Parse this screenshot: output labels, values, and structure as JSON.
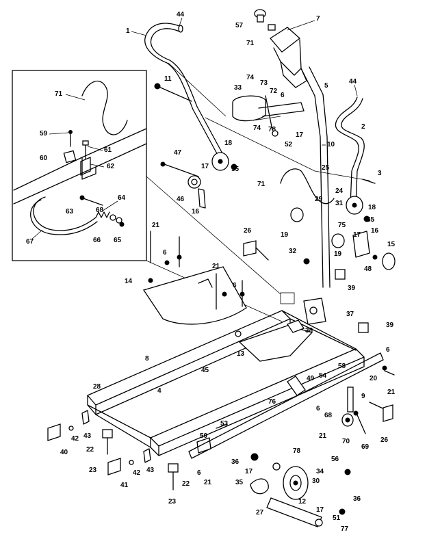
{
  "callouts": {
    "c1": "1",
    "c44a": "44",
    "c57": "57",
    "c7": "7",
    "c71a": "71",
    "c71b": "71",
    "c71c": "71",
    "c11": "11",
    "c74a": "74",
    "c73": "73",
    "c33": "33",
    "c72": "72",
    "c6a": "6",
    "c5": "5",
    "c44b": "44",
    "c74b": "74",
    "c78": "78",
    "c17a": "17",
    "c52": "52",
    "c59": "59",
    "c61": "61",
    "c60": "60",
    "c62": "62",
    "c63": "63",
    "c64": "64",
    "c66": "66",
    "c67": "67",
    "c65": "65",
    "c68": "68",
    "c18a": "18",
    "c47": "47",
    "c55a": "55",
    "c17b": "17",
    "c46": "46",
    "c16a": "16",
    "c10": "10",
    "c2": "2",
    "c25": "25",
    "c3": "3",
    "c24": "24",
    "c29": "29",
    "c31": "31",
    "c18b": "18",
    "c75": "75",
    "c55b": "55",
    "c17c": "17",
    "c16b": "16",
    "c15": "15",
    "c19a": "19",
    "c19b": "19",
    "c21a": "21",
    "c26a": "26",
    "c32": "32",
    "c48": "48",
    "c21b": "21",
    "c6b": "6",
    "c6c": "6",
    "c14": "14",
    "c39a": "39",
    "c39b": "39",
    "c37": "37",
    "c38": "38",
    "c13": "13",
    "c8": "8",
    "c45": "45",
    "c58": "58",
    "c6d": "6",
    "c54": "54",
    "c49": "49",
    "c20": "20",
    "c21c": "21",
    "c76": "76",
    "c28": "28",
    "c4": "4",
    "c9": "9",
    "c6e": "6",
    "c68b": "68",
    "c21d": "21",
    "c69": "69",
    "c70": "70",
    "c26b": "26",
    "c53": "53",
    "c43a": "43",
    "c42a": "42",
    "c40": "40",
    "c50": "50",
    "c22a": "22",
    "c23a": "23",
    "c36": "36",
    "c78b": "78",
    "c56": "56",
    "c17d": "17",
    "c34": "34",
    "c42b": "42",
    "c43b": "43",
    "c41": "41",
    "c6f": "6",
    "c21e": "21",
    "c35": "35",
    "c30": "30",
    "c12": "12",
    "c22b": "22",
    "c23b": "23",
    "c27": "27",
    "c17e": "17",
    "c51": "51",
    "c36b": "36",
    "c77": "77"
  }
}
